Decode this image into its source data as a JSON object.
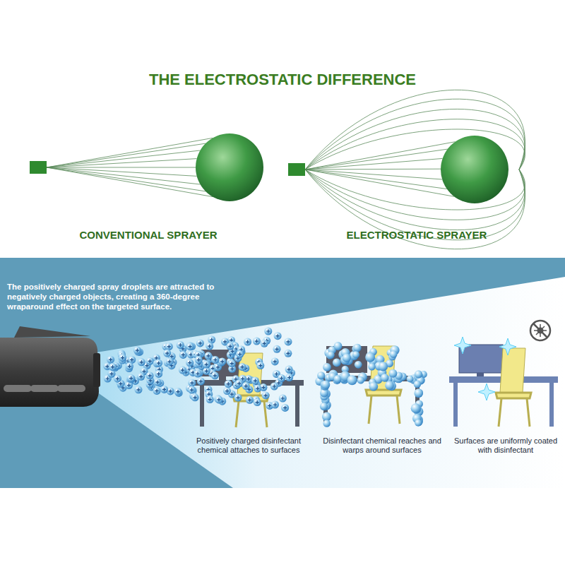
{
  "diagram": {
    "title": "THE ELECTROSTATIC DIFFERENCE",
    "labels": [
      "CONVENTIONAL SPRAYER",
      "ELECTROSTATIC SPRAYER",
      "The positively charged spray droplets are attracted to negatively charged objects, creating a 360-degree wraparound effect on the targeted surface.",
      "Positively charged disinfectant chemical attaches to surfaces",
      "Disinfectant chemical reaches and warps around surfaces",
      "Surfaces are uniformly coated with disinfectant"
    ]
  }
}
